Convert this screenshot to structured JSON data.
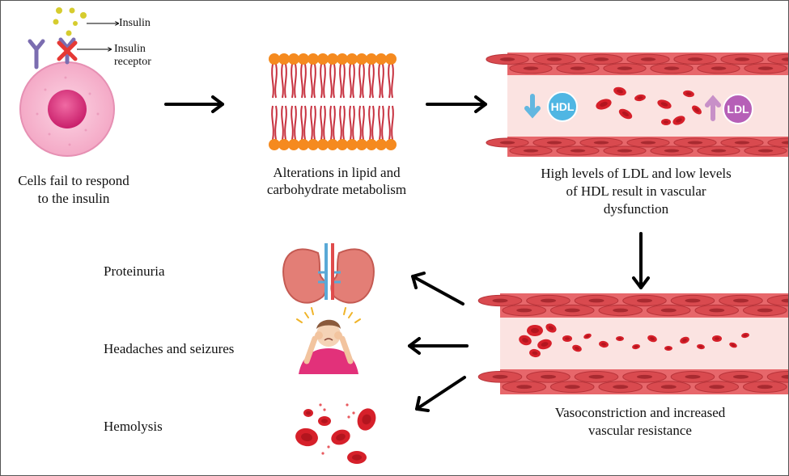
{
  "labels": {
    "insulin": "Insulin",
    "insulin_receptor_1": "Insulin",
    "insulin_receptor_2": "receptor",
    "cells_fail_1": "Cells fail to respond",
    "cells_fail_2": "to the insulin",
    "alterations_1": "Alterations in lipid and",
    "alterations_2": "carbohydrate metabolism",
    "ldl_hdl_1": "High levels of LDL and low levels",
    "ldl_hdl_2": "of HDL result in vascular",
    "ldl_hdl_3": "dysfunction",
    "vaso_1": "Vasoconstriction and increased",
    "vaso_2": "vascular resistance",
    "proteinuria": "Proteinuria",
    "headaches": "Headaches and seizures",
    "hemolysis": "Hemolysis"
  },
  "badges": {
    "hdl": "HDL",
    "ldl": "LDL"
  },
  "colors": {
    "vessel_wall": "#d94a4f",
    "vessel_inner": "#fbe3e1",
    "rbc": "#d6202a",
    "cell_outer": "#f4a9c6",
    "cell_nucleus": "#e0367e",
    "lipid_head": "#f58a1f",
    "lipid_tail": "#c7313f",
    "hdl_badge": "#4fb6e3",
    "ldl_badge": "#b65fb7"
  }
}
